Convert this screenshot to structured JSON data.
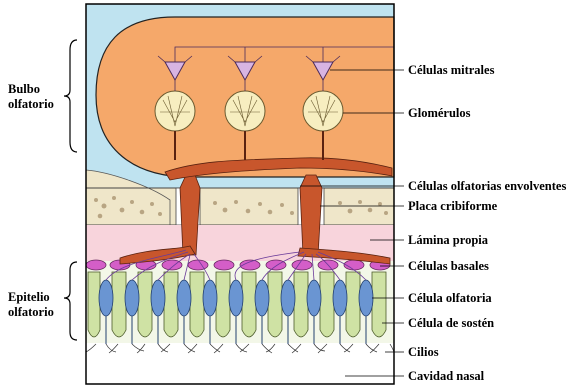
{
  "side_labels": {
    "bulbo": [
      "Bulbo",
      "olfatorio"
    ],
    "epitelio": [
      "Epitelio",
      "olfatorio"
    ]
  },
  "labels": [
    "Células mitrales",
    "Glomérulos",
    "Células olfatorias envolventes",
    "Placa cribiforme",
    "Lámina propia",
    "Células basales",
    "Célula olfatoria",
    "Célula de sostén",
    "Cilios",
    "Cavidad nasal"
  ],
  "colors": {
    "bulb": "#f5a86a",
    "csf": "#bfe3f0",
    "mitral": "#d8b4e2",
    "glomerulus": "#f7eec0",
    "ensheathing": "#c8562c",
    "bone": "#efe6c9",
    "lamina": "#f8d4dc",
    "basal": "#d45ec8",
    "olfactory_cell": "#6a95d2",
    "support_cell": "#cfe2a4"
  }
}
